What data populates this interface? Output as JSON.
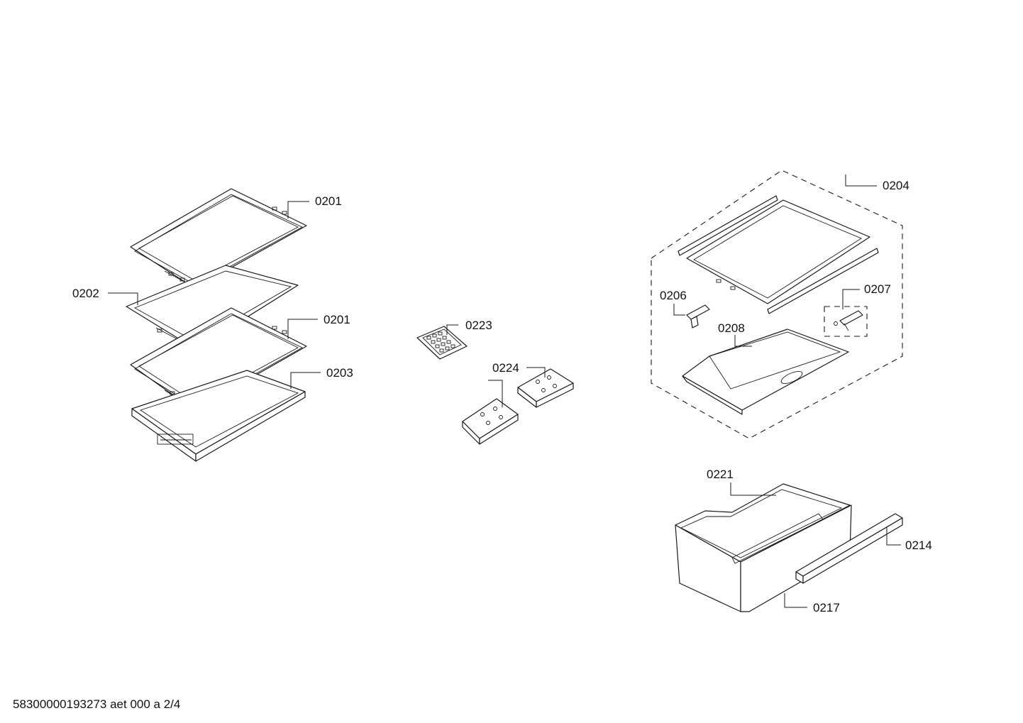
{
  "drawing": {
    "callouts": {
      "c0201a": "0201",
      "c0202": "0202",
      "c0201b": "0201",
      "c0203": "0203",
      "c0223": "0223",
      "c0224": "0224",
      "c0204": "0204",
      "c0206": "0206",
      "c0207": "0207",
      "c0208": "0208",
      "c0221": "0221",
      "c0214": "0214",
      "c0217": "0217"
    },
    "footer": "58300000193273 aet 000 a 2/4"
  }
}
